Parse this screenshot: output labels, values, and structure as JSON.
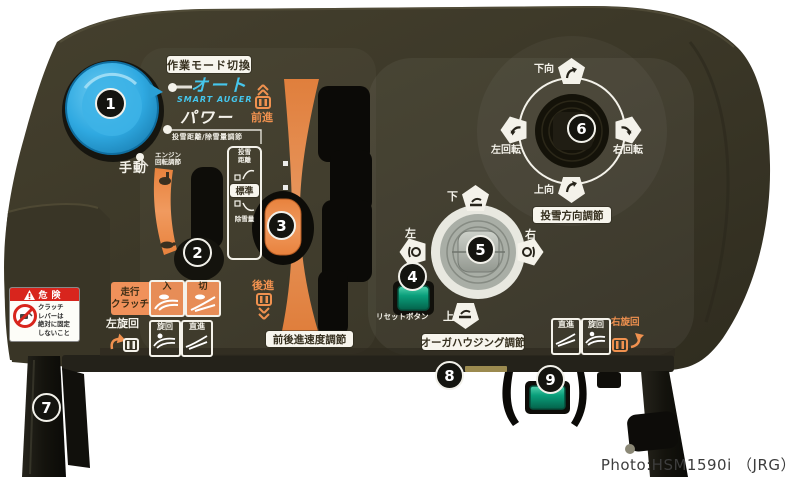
{
  "caption": "Photo:HSM1590i （JRG）",
  "badges": {
    "n1": "1",
    "n2": "2",
    "n3": "3",
    "n4": "4",
    "n5": "5",
    "n6": "6",
    "n7": "7",
    "n8": "8",
    "n9": "9"
  },
  "mode": {
    "title": "作業モード切換",
    "auto": "オート",
    "auto_sub": "SMART AUGER",
    "power": "パワー",
    "power_sub": "投雪距離/除雪量調節",
    "manual": "手動",
    "engine_l1": "エンジン",
    "engine_l2": "回転調節"
  },
  "chute_strip": {
    "top_l1": "投雪",
    "top_l2": "距離",
    "standard": "標準",
    "bottom": "除雪量"
  },
  "speed": {
    "forward": "前進",
    "reverse": "後進",
    "label": "前後進速度調節"
  },
  "clutch": {
    "t1": "走行",
    "t2": "クラッチ",
    "on": "入",
    "off": "切"
  },
  "steer_left": {
    "title": "左旋回",
    "turn": "旋回",
    "straight": "直進"
  },
  "steer_right": {
    "straight": "直進",
    "turn": "旋回",
    "title": "右旋回"
  },
  "chute_dir": {
    "down": "下向",
    "left": "左回転",
    "right": "右回転",
    "up": "上向",
    "label": "投雪方向調節"
  },
  "auger": {
    "down": "下",
    "left": "左",
    "right": "右",
    "up": "上",
    "label": "オーガハウジング調節",
    "reset": "リセットボタン"
  },
  "danger": {
    "title": "危険",
    "l1": "クラッチ",
    "l2": "レバーは",
    "l3": "絶対に固定",
    "l4": "しないこと"
  },
  "colors": {
    "body_olive": "#3c3828",
    "accent_orange": "#ee8c4a",
    "knob_blue": "#2fa9e1",
    "auto_cyan": "#45c6ec",
    "button_green": "#0a9f7b",
    "danger_red": "#d8251d",
    "label_white": "#f4f2ea"
  }
}
